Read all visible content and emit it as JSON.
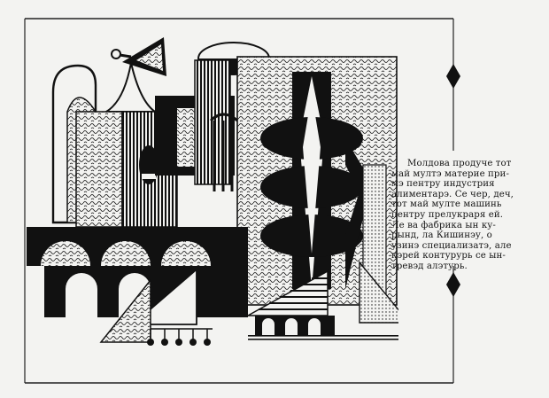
{
  "caption": {
    "lines": [
      "Молдова продуче тот",
      "май мултэ материе при-",
      "мэ пентру индустрия",
      "алиментарэ. Се чер, деч,",
      "тот май мулте машинь",
      "пентру прелукраря ей.",
      "Ле ва фабрика ын ку-",
      "рынд, ла Кишинэу, о",
      "узинэ специализатэ, але",
      "кэрей контурурь се ын-",
      "тревэд алэтурь."
    ]
  },
  "colors": {
    "paper": "#f3f3f1",
    "ink": "#111111"
  }
}
